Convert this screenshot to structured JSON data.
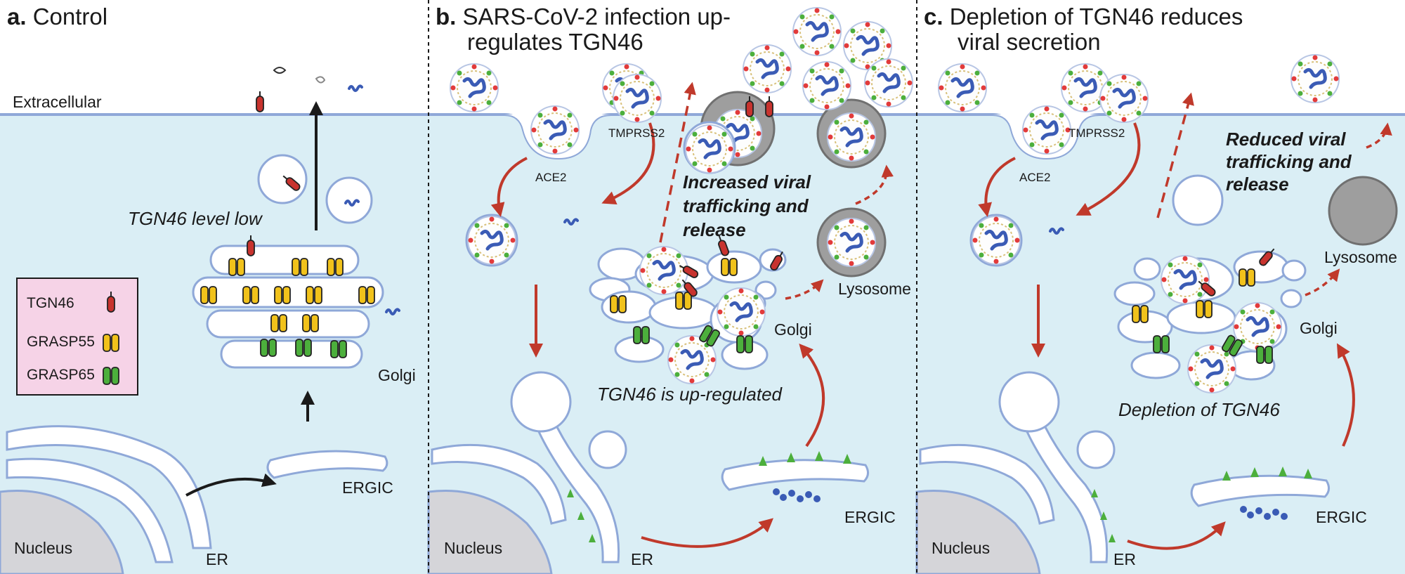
{
  "panels": {
    "a": {
      "letter": "a.",
      "title": "Control"
    },
    "b": {
      "letter": "b.",
      "title_line1": "SARS-CoV-2 infection up-",
      "title_line2": "regulates TGN46"
    },
    "c": {
      "letter": "c.",
      "title_line1": "Depletion of TGN46 reduces",
      "title_line2": "viral secretion"
    }
  },
  "labels": {
    "extracellular": "Extracellular",
    "nucleus": "Nucleus",
    "er": "ER",
    "ergic": "ERGIC",
    "golgi": "Golgi",
    "lysosome": "Lysosome",
    "ace2": "ACE2",
    "tmprss2": "TMPRSS2"
  },
  "annotations": {
    "a_level": "TGN46 level low",
    "b_release": [
      "Increased viral",
      "trafficking and",
      "release"
    ],
    "b_upreg": "TGN46 is up-regulated",
    "c_release": [
      "Reduced viral",
      "trafficking and",
      "release"
    ],
    "c_depletion": "Depletion of TGN46"
  },
  "legend": [
    {
      "label": "TGN46",
      "color": "#c8332e"
    },
    {
      "label": "GRASP55",
      "color": "#f1c21b"
    },
    {
      "label": "GRASP65",
      "color": "#4caf3c"
    }
  ],
  "colors": {
    "cytoplasm": "#daeef5",
    "membrane": "#8fa8d8",
    "arrow_red": "#c0392b",
    "legend_bg": "#f6d3e7",
    "lysosome": "#9e9e9e",
    "nucleus": "#d5d5d9"
  }
}
